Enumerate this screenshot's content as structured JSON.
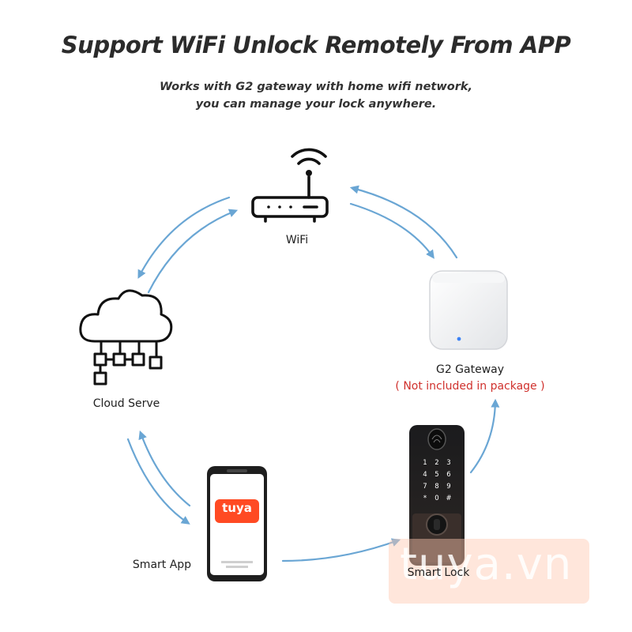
{
  "header": {
    "title": "Support WiFi Unlock Remotely From APP",
    "subtitle_line1": "Works with G2 gateway with home wifi network,",
    "subtitle_line2": "you can manage your lock anywhere."
  },
  "nodes": {
    "wifi": {
      "label": "WiFi",
      "icon": "wifi-router-icon"
    },
    "gateway": {
      "label": "G2 Gateway",
      "note": "( Not included in package )"
    },
    "cloud": {
      "label": "Cloud Serve",
      "icon": "cloud-network-icon"
    },
    "app": {
      "label": "Smart App",
      "app_logo": "tuya"
    },
    "lock": {
      "label": "Smart Lock",
      "keypad": [
        "1",
        "2",
        "3",
        "4",
        "5",
        "6",
        "7",
        "8",
        "9",
        "*",
        "0",
        "#"
      ]
    }
  },
  "watermark": {
    "text": "tuya.vn"
  },
  "colors": {
    "arrow": "#6aa6d4",
    "title": "#2b2b2b",
    "note": "#d0312d",
    "tuya": "#ff4a23"
  }
}
